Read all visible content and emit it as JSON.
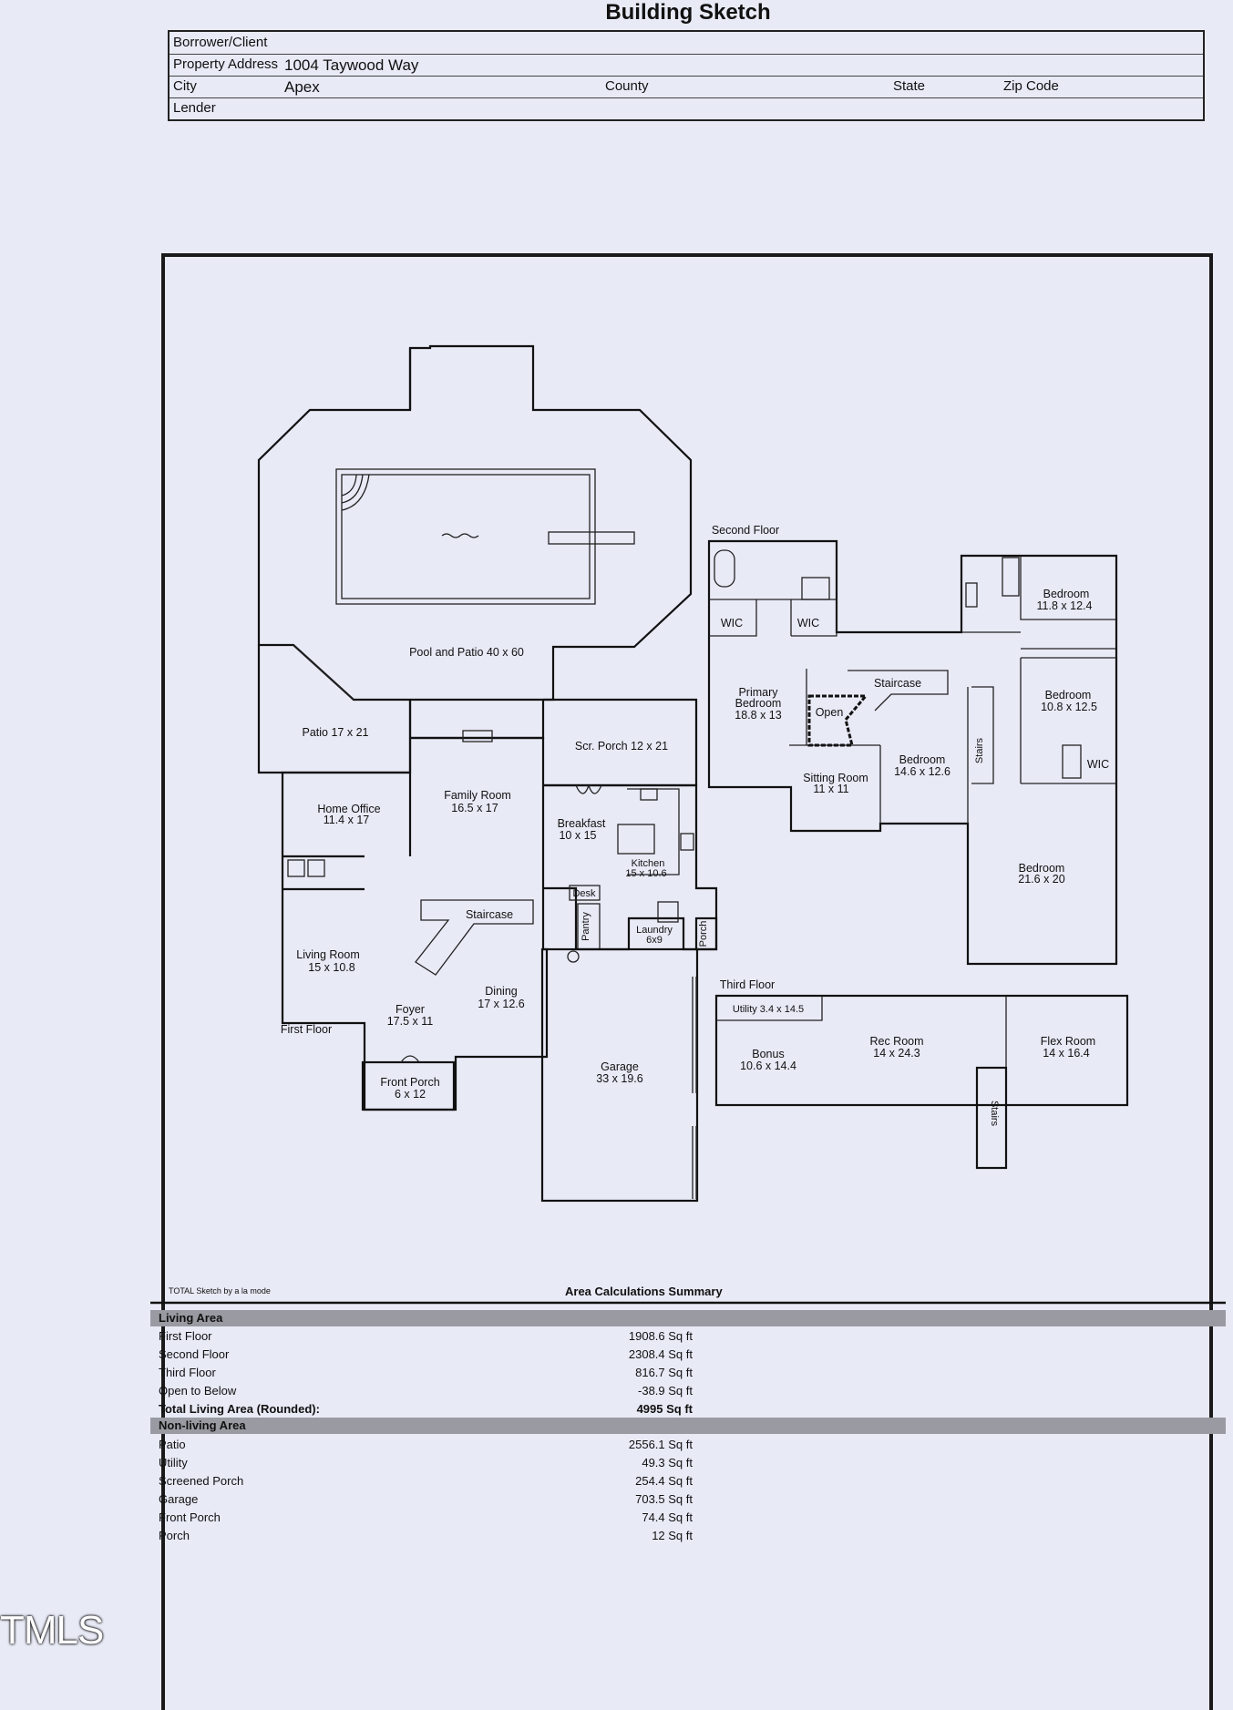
{
  "header": {
    "title": "Building Sketch",
    "borrower_label": "Borrower/Client",
    "address_label": "Property Address",
    "address_value": "1004 Taywood Way",
    "city_label": "City",
    "city_value": "Apex",
    "county_label": "County",
    "state_label": "State",
    "zip_label": "Zip Code",
    "lender_label": "Lender"
  },
  "sketch": {
    "pool_patio": "Pool and Patio 40 x 60",
    "patio": "Patio 17 x 21",
    "scr_porch": "Scr. Porch 12 x 21",
    "home_office_name": "Home Office",
    "home_office_dim": "11.4 x 17",
    "family_room_name": "Family Room",
    "family_room_dim": "16.5 x 17",
    "breakfast_name": "Breakfast",
    "breakfast_dim": "10 x 15",
    "kitchen_name": "Kitchen",
    "kitchen_dim": "15 x 10.6",
    "desk": "Desk",
    "pantry": "Pantry",
    "laundry_name": "Laundry",
    "laundry_dim": "6x9",
    "porch": "Porch",
    "staircase1": "Staircase",
    "living_room_name": "Living Room",
    "living_room_dim": "15 x 10.8",
    "dining_name": "Dining",
    "dining_dim": "17 x 12.6",
    "foyer_name": "Foyer",
    "foyer_dim": "17.5 x 11",
    "first_floor": "First Floor",
    "front_porch_name": "Front Porch",
    "front_porch_dim": "6 x 12",
    "garage_name": "Garage",
    "garage_dim": "33 x 19.6",
    "second_floor": "Second Floor",
    "wic1": "WIC",
    "wic2": "WIC",
    "primary_bedroom_name1": "Primary",
    "primary_bedroom_name2": "Bedroom",
    "primary_bedroom_dim": "18.8 x 13",
    "open": "Open",
    "staircase2": "Staircase",
    "sitting_room_name": "Sitting Room",
    "sitting_room_dim": "11 x 11",
    "bedroom_a_name": "Bedroom",
    "bedroom_a_dim": "14.6 x 12.6",
    "stairs1": "Stairs",
    "bedroom_b_name": "Bedroom",
    "bedroom_b_dim": "11.8 x 12.4",
    "bedroom_c_name": "Bedroom",
    "bedroom_c_dim": "10.8 x 12.5",
    "wic3": "WIC",
    "bedroom_d_name": "Bedroom",
    "bedroom_d_dim": "21.6 x 20",
    "third_floor": "Third Floor",
    "utility": "Utility 3.4 x 14.5",
    "bonus_name": "Bonus",
    "bonus_dim": "10.6 x 14.4",
    "rec_room_name": "Rec Room",
    "rec_room_dim": "14 x 24.3",
    "flex_room_name": "Flex Room",
    "flex_room_dim": "14 x 16.4",
    "stairs2": "Stairs"
  },
  "footer": {
    "credit": "TOTAL Sketch by a la mode",
    "summary_title": "Area Calculations Summary"
  },
  "summary": {
    "living_header": "Living Area",
    "living": [
      {
        "label": "First Floor",
        "value": "1908.6 Sq ft"
      },
      {
        "label": "Second Floor",
        "value": "2308.4 Sq ft"
      },
      {
        "label": "Third Floor",
        "value": "816.7 Sq ft"
      },
      {
        "label": "Open to Below",
        "value": "-38.9 Sq ft"
      }
    ],
    "total_label": "Total Living Area (Rounded):",
    "total_value": "4995 Sq ft",
    "nonliving_header": "Non-living Area",
    "nonliving": [
      {
        "label": "Patio",
        "value": "2556.1 Sq ft"
      },
      {
        "label": "Utility",
        "value": "49.3 Sq ft"
      },
      {
        "label": "Screened Porch",
        "value": "254.4 Sq ft"
      },
      {
        "label": "Garage",
        "value": "703.5 Sq ft"
      },
      {
        "label": "Front Porch",
        "value": "74.4 Sq ft"
      },
      {
        "label": "Porch",
        "value": "12 Sq ft"
      }
    ]
  },
  "watermark": "TMLS"
}
